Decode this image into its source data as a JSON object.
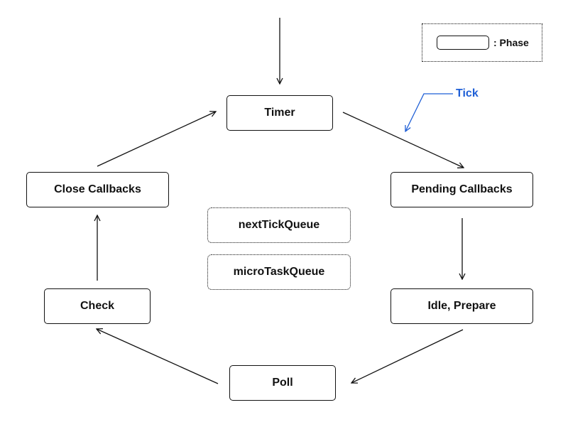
{
  "phases": {
    "timer": "Timer",
    "pending_callbacks": "Pending Callbacks",
    "idle_prepare": "Idle, Prepare",
    "poll": "Poll",
    "check": "Check",
    "close_callbacks": "Close Callbacks"
  },
  "queues": {
    "next_tick": "nextTickQueue",
    "micro_task": "microTaskQueue"
  },
  "legend": {
    "label": ": Phase"
  },
  "tick": {
    "label": "Tick"
  },
  "colors": {
    "stroke": "#111111",
    "tick": "#1f5fd6"
  }
}
